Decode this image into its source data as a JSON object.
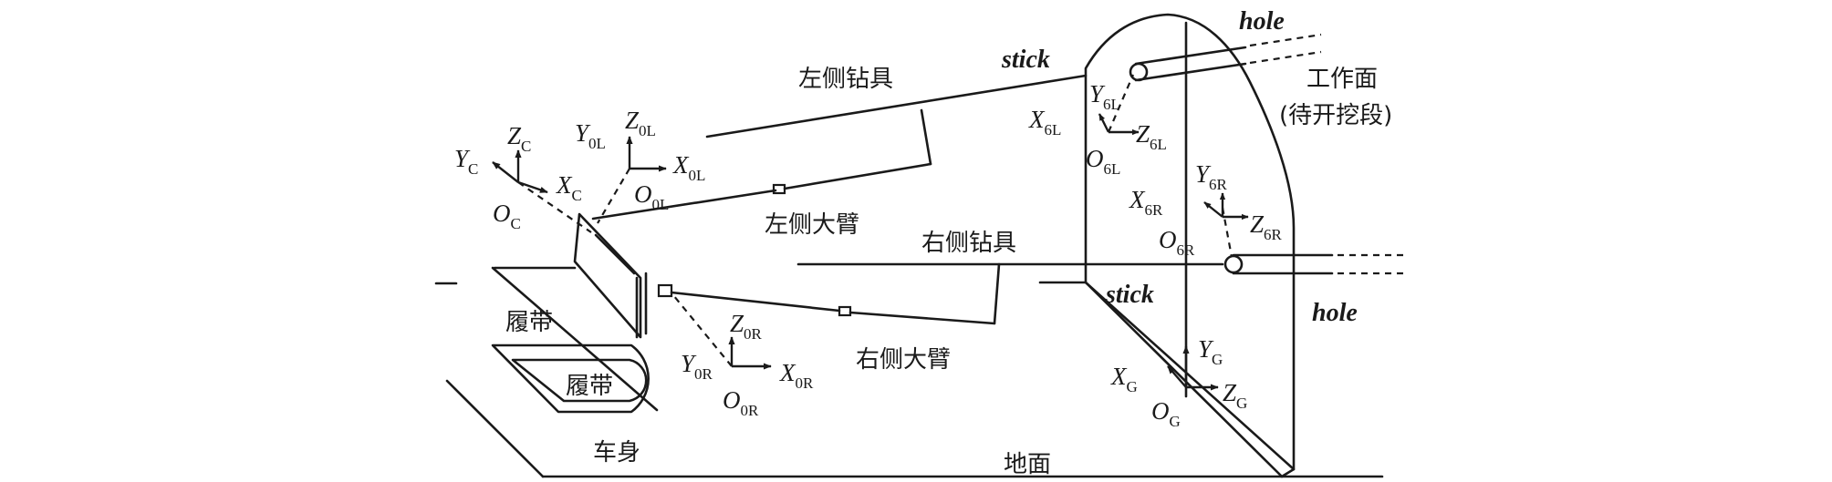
{
  "labels": {
    "left_drill": "左侧钻具",
    "left_arm": "左侧大臂",
    "right_drill": "右侧钻具",
    "right_arm": "右侧大臂",
    "track_top": "履带",
    "track_bottom": "履带",
    "body": "车身",
    "ground": "地面",
    "work_face": "工作面",
    "work_face_note": "(待开挖段)",
    "stick_left": "stick",
    "stick_right": "stick",
    "hole_left": "hole",
    "hole_right": "hole"
  },
  "frames": {
    "C": {
      "y": "Y",
      "y_sub": "C",
      "z": "Z",
      "z_sub": "C",
      "x": "X",
      "x_sub": "C",
      "o": "O",
      "o_sub": "C"
    },
    "0L": {
      "y": "Y",
      "y_sub": "0L",
      "z": "Z",
      "z_sub": "0L",
      "x": "X",
      "x_sub": "0L",
      "o": "O",
      "o_sub": "0L"
    },
    "0R": {
      "y": "Y",
      "y_sub": "0R",
      "z": "Z",
      "z_sub": "0R",
      "x": "X",
      "x_sub": "0R",
      "o": "O",
      "o_sub": "0R"
    },
    "6L": {
      "y": "Y",
      "y_sub": "6L",
      "z": "Z",
      "z_sub": "6L",
      "x": "X",
      "x_sub": "6L",
      "o": "O",
      "o_sub": "6L"
    },
    "6R": {
      "y": "Y",
      "y_sub": "6R",
      "z": "Z",
      "z_sub": "6R",
      "x": "X",
      "x_sub": "6R",
      "o": "O",
      "o_sub": "6R"
    },
    "G": {
      "y": "Y",
      "y_sub": "G",
      "z": "Z",
      "z_sub": "G",
      "x": "X",
      "x_sub": "G",
      "o": "O",
      "o_sub": "G"
    }
  }
}
